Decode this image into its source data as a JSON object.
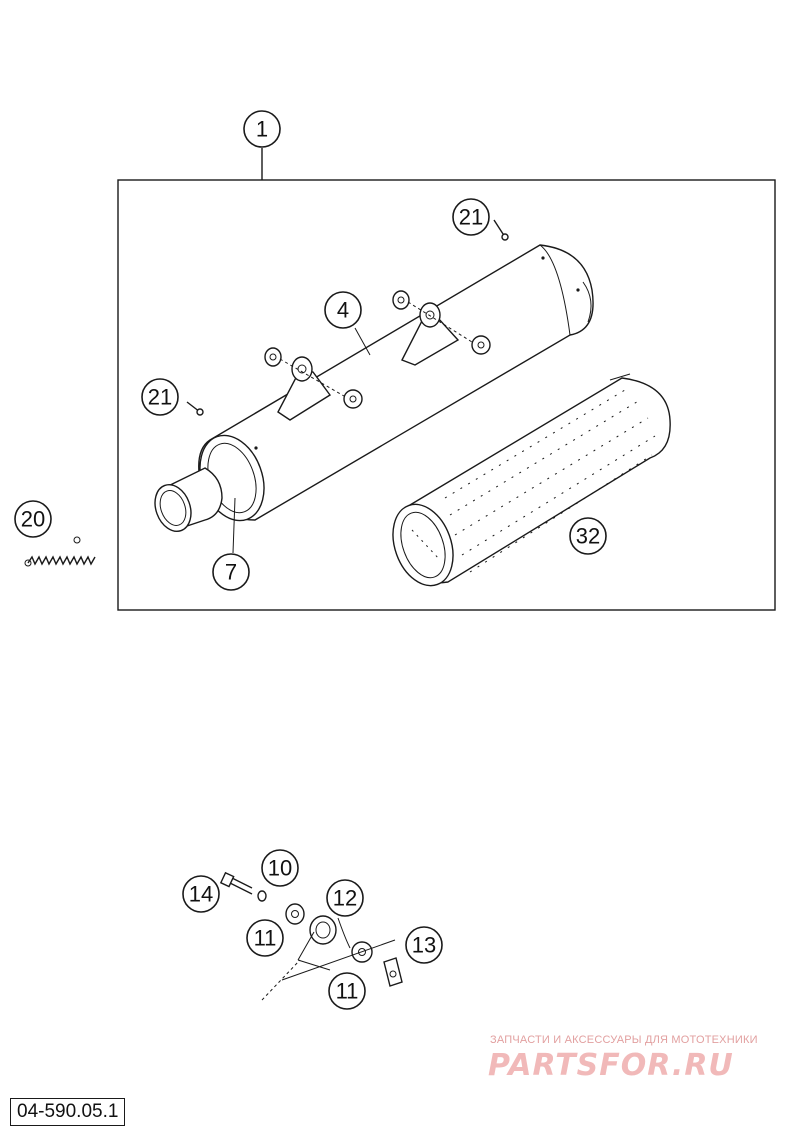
{
  "diagram": {
    "callouts": [
      {
        "id": "c1",
        "label": "1"
      },
      {
        "id": "c4",
        "label": "4"
      },
      {
        "id": "c7",
        "label": "7"
      },
      {
        "id": "c20",
        "label": "20"
      },
      {
        "id": "c21a",
        "label": "21"
      },
      {
        "id": "c21b",
        "label": "21"
      },
      {
        "id": "c32",
        "label": "32"
      },
      {
        "id": "c10",
        "label": "10"
      },
      {
        "id": "c11a",
        "label": "11"
      },
      {
        "id": "c11b",
        "label": "11"
      },
      {
        "id": "c12",
        "label": "12"
      },
      {
        "id": "c13",
        "label": "13"
      },
      {
        "id": "c14",
        "label": "14"
      }
    ]
  },
  "footer": {
    "reference_code": "04-590.05.1"
  },
  "watermark": {
    "tagline": "ЗАПЧАСТИ И АКСЕССУАРЫ ДЛЯ МОТОТЕХНИКИ",
    "logo": "PARTSFOR.RU"
  }
}
